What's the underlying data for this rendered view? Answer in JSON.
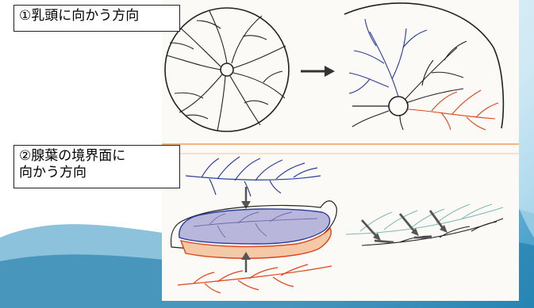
{
  "labels": {
    "label1": "①乳頭に向かう方向",
    "label2_line1": "②腺葉の境界面に",
    "label2_line2": "向かう方向"
  },
  "colors": {
    "blue_lines": "#2a3f9c",
    "red_lines": "#e0441a",
    "teal_lines": "#7fb7b3",
    "black_lines": "#222222",
    "lobe_fill": "#b9b6dc",
    "lobe_lower_fill": "#f3c9a8",
    "divider_orange": "#f08a3a",
    "arrow_gray": "#555555"
  },
  "icons": [
    "right-arrow-icon",
    "up-arrow-icon",
    "down-arrow-icon"
  ]
}
